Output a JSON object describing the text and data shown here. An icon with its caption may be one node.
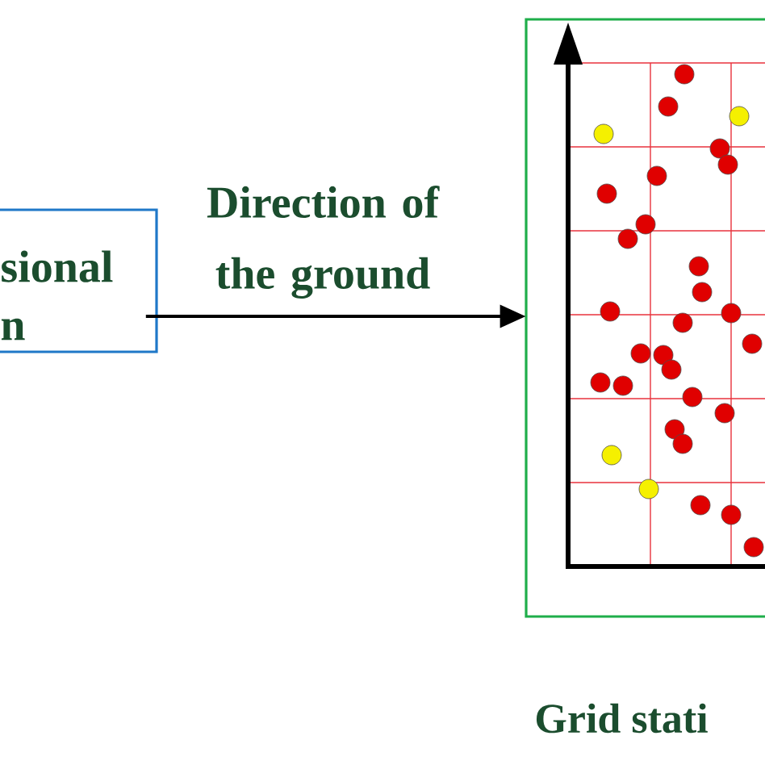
{
  "diagram": {
    "nodes": [
      {
        "text": [
          "sional n"
        ]
      },
      {
        "text": [
          "Grid stati"
        ]
      }
    ],
    "edges": [
      {
        "from": 0,
        "to": 1,
        "arrow": "to",
        "label": "Direction of the ground"
      }
    ]
  }
}
